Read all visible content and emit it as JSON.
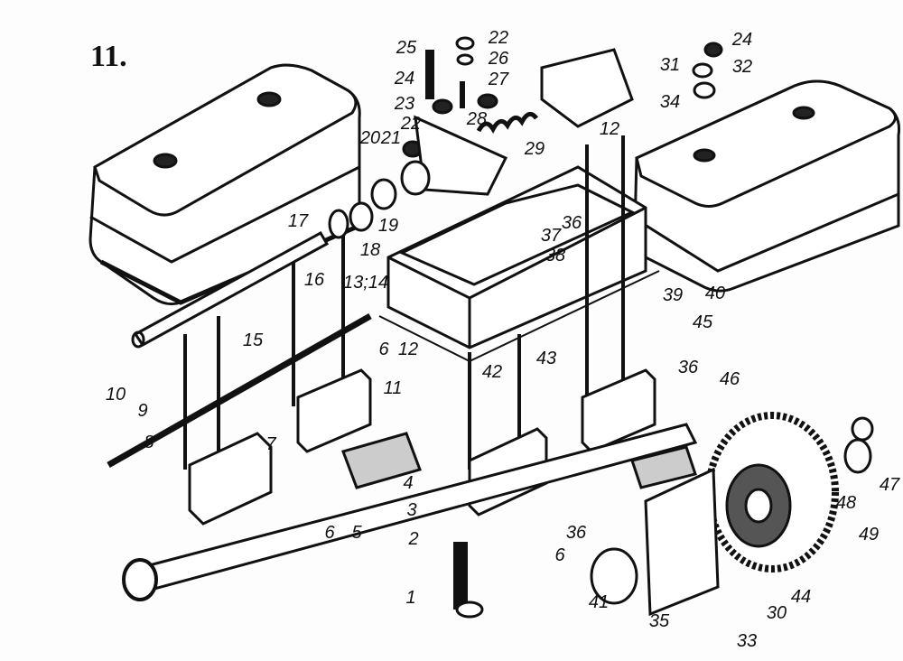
{
  "figure_number": "11.",
  "callouts": [
    "25",
    "22",
    "26",
    "24",
    "27",
    "23",
    "22",
    "28",
    "20",
    "21",
    "29",
    "12",
    "19",
    "18",
    "16",
    "13;14",
    "36",
    "37",
    "38",
    "24",
    "31",
    "32",
    "34",
    "39",
    "40",
    "17",
    "15",
    "10",
    "9",
    "8",
    "7",
    "6",
    "12",
    "11",
    "4",
    "3",
    "2",
    "1",
    "6",
    "5",
    "42",
    "43",
    "45",
    "36",
    "46",
    "47",
    "48",
    "49",
    "36",
    "6",
    "41",
    "44",
    "30",
    "35",
    "33"
  ]
}
